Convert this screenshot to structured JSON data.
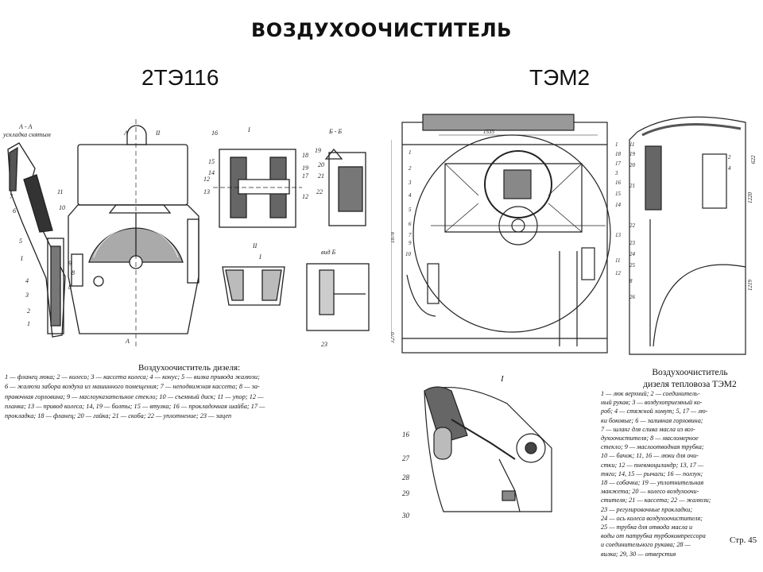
{
  "page": {
    "title": "ВОЗДУХООЧИСТИТЕЛЬ",
    "left_heading": "2ТЭ116",
    "right_heading": "ТЭМ2",
    "page_number": "Стр. 45"
  },
  "left_drawing": {
    "section_labels": [
      "А - А",
      "ускладка снятым",
      "А",
      "II",
      "А",
      "I",
      "Б - Б",
      "II",
      "I",
      "вид Б"
    ],
    "callout_numbers": [
      "6",
      "7",
      "5",
      "8",
      "I",
      "4",
      "3",
      "2",
      "1",
      "11",
      "10",
      "12",
      "13",
      "9",
      "8",
      "16",
      "15",
      "14",
      "17",
      "18",
      "19",
      "12",
      "20",
      "19",
      "21",
      "22",
      "23"
    ],
    "caption_title": "Воздухоочиститель дизеля:",
    "caption_lines": [
      "1 — фланец люка; 2 — колесо; 3 — кассета колеса; 4 — конус; 5 — вилка привода жалюзи;",
      "6 — жалюзи забора воздуха из машинного помещения; 7 — неподвижная кассета; 8 — за-",
      "правочная горловина; 9 — маслоуказательное стекло; 10 — съемный диск; 11 — упор; 12 —",
      "планка; 13 — привод колеса; 14, 19 — болты; 15 — втулка; 16 — прокладочная шайба; 17 —",
      "прокладка; 18 — фланец; 20 — гайка; 21 — скоба; 22 — уплотнение; 23 — зацеп"
    ]
  },
  "right_drawing": {
    "dimension_labels": [
      "1535",
      "1878",
      "3270",
      "1220",
      "1219",
      "622"
    ],
    "callout_numbers": [
      "1",
      "2",
      "3",
      "4",
      "5",
      "6",
      "7",
      "9",
      "10",
      "1",
      "18",
      "17",
      "3",
      "16",
      "15",
      "14",
      "13",
      "11",
      "12",
      "11",
      "19",
      "20",
      "21",
      "22",
      "23",
      "24",
      "25",
      "8",
      "26",
      "2",
      "4"
    ],
    "detail_label": "I",
    "detail_callouts": [
      "16",
      "27",
      "28",
      "29",
      "30"
    ],
    "caption_title_lines": [
      "Воздухоочиститель",
      "дизеля тепловоза ТЭМ2"
    ],
    "caption_lines": [
      "1 — люк верхний; 2 — соединитель-",
      "ный рукав; 3 — воздухоприемный ко-",
      "роб; 4 — стяжной хомут; 5, 17 — лю-",
      "ки боковые; 6 — заливная горловина;",
      "7 — шланг для слива масла из воз-",
      "духоочистителя; 8 — масломерное",
      "стекло; 9 — маслоотводная трубка;",
      "10 — бачок; 11, 16 — люки для очи-",
      "стки; 12 — пневмоцилиндр; 13, 17 —",
      "тяги; 14, 15 — рычаги; 16 — ползун;",
      "18 — собачка; 19 — уплотнительная",
      "манжета; 20 — колесо воздухоочи-",
      "стителя; 21 — кассета; 22 — жалюзи;",
      "23 — регулировочные прокладки;",
      "24 — ось колеса воздухоочистителя;",
      "25 — трубка для отвода масла и",
      "воды от патрубка турбокомпрессора",
      "и соединительного рукава; 28 —",
      "вилка; 29, 30 — отверстия"
    ]
  }
}
